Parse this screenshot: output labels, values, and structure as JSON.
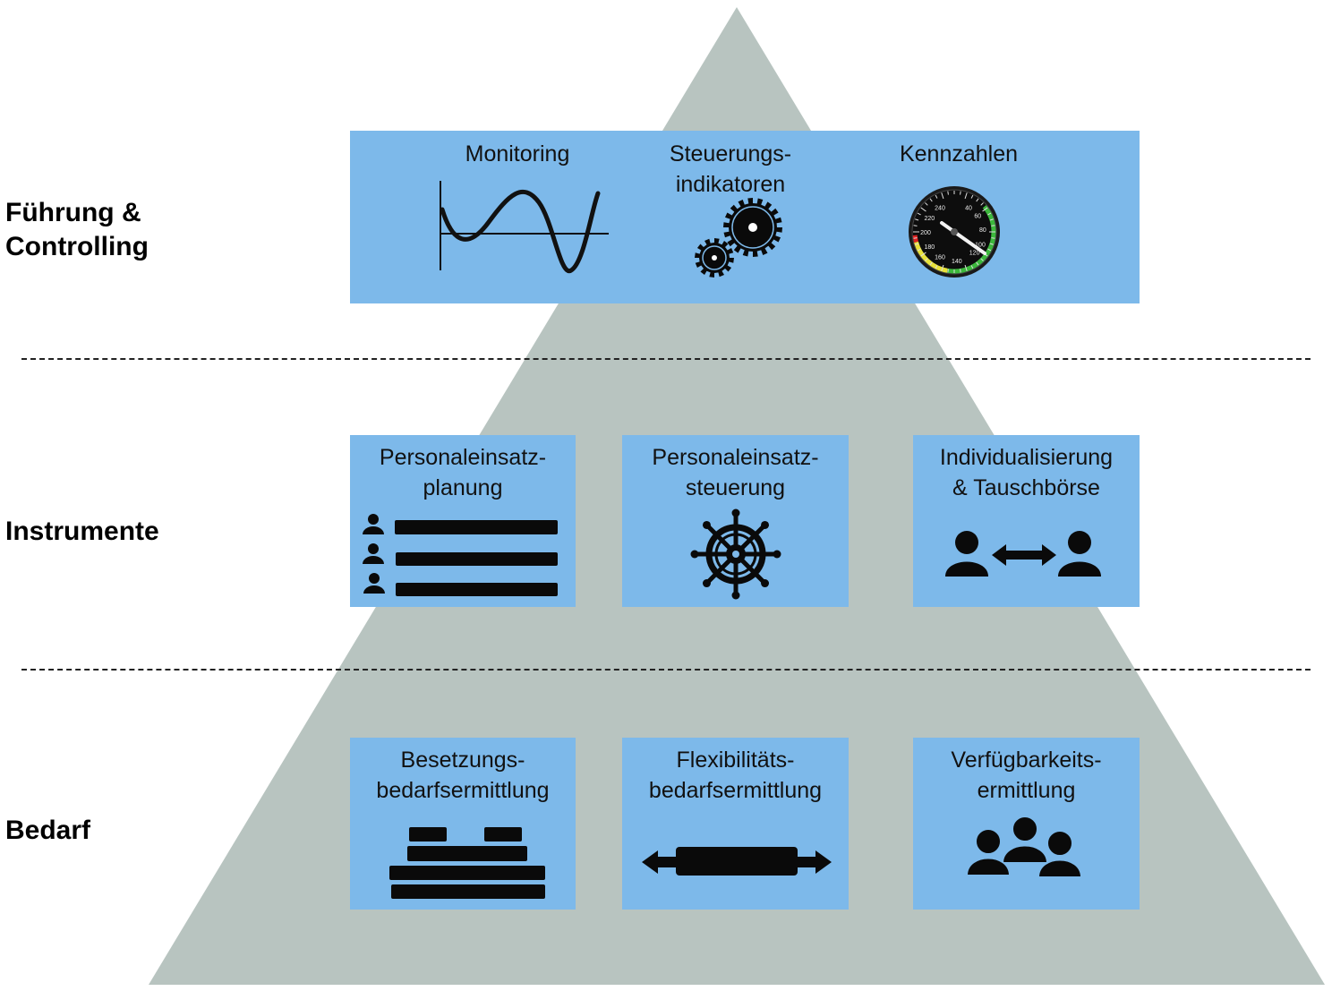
{
  "levels": {
    "fuehrung": "Führung &\nControlling",
    "instrumente": "Instrumente",
    "bedarf": "Bedarf"
  },
  "top": {
    "monitoring": "Monitoring",
    "steuerung": "Steuerungs-\nindikatoren",
    "kennzahlen": "Kennzahlen"
  },
  "middle": {
    "planung": "Personaleinsatz-\nplanung",
    "steuerung": "Personaleinsatz-\nsteuerung",
    "individual": "Individualisierung\n& Tauschbörse"
  },
  "bottom": {
    "besetzung": "Besetzungs-\nbedarfsermittlung",
    "flexibilitaet": "Flexibilitäts-\nbedarfsermittlung",
    "verfuegbarkeit": "Verfügbarkeits-\nermittlung"
  },
  "gauge_ticks": [
    "240",
    "40",
    "60",
    "220",
    "80",
    "200",
    "100",
    "180",
    "120",
    "160",
    "140"
  ],
  "icons": [
    "sine-wave-chart-icon",
    "gears-icon",
    "speedometer-icon",
    "staff-list-icon",
    "ship-wheel-icon",
    "exchange-icon",
    "stacked-bars-icon",
    "double-arrow-icon",
    "group-icon"
  ],
  "colors": {
    "pyramid": "#b8c4c0",
    "box": "#7db9ea",
    "icon": "#0a0a0a"
  }
}
